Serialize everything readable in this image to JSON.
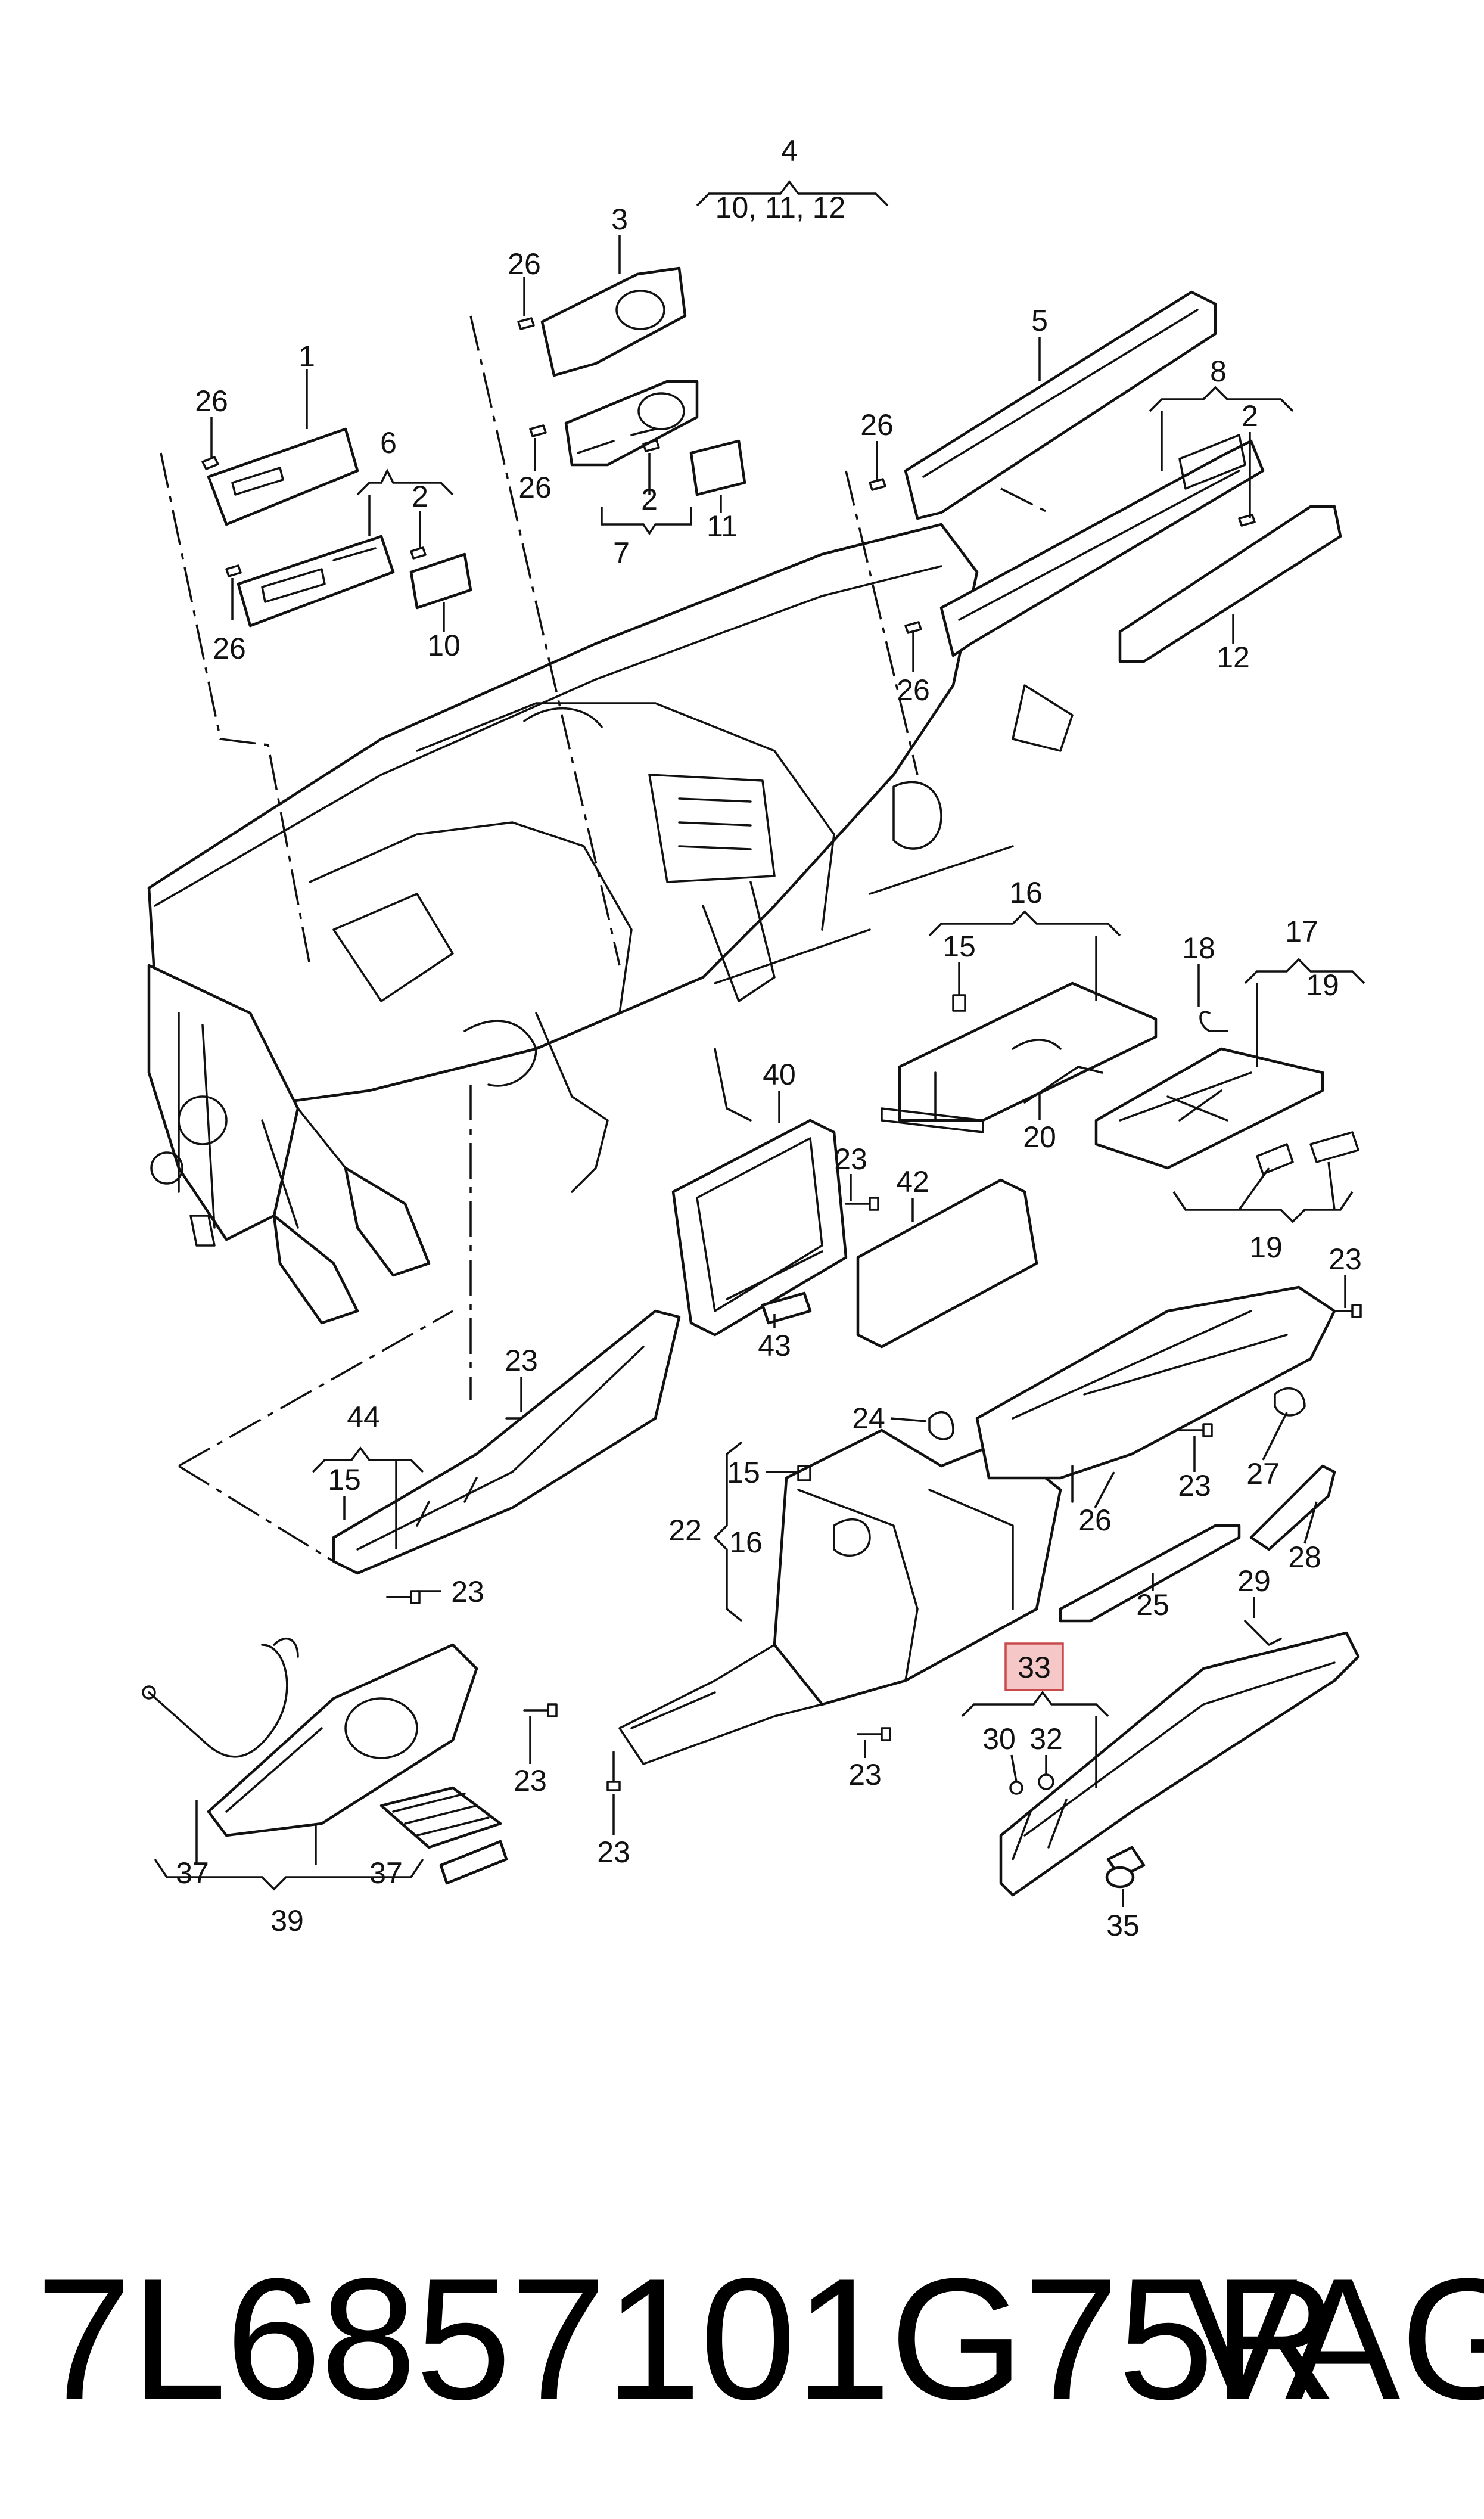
{
  "diagram": {
    "callouts": {
      "c4": "4",
      "c4_sub": "10, 11, 12",
      "c3": "3",
      "c26a": "26",
      "c26b": "26",
      "c2a": "2",
      "c7": "7",
      "c11": "11",
      "c26c": "26",
      "c1": "1",
      "c6": "6",
      "c2b": "2",
      "c26d": "26",
      "c10": "10",
      "c5": "5",
      "c26e": "26",
      "c8": "8",
      "c2c": "2",
      "c12": "12",
      "c26f": "26",
      "c16a": "16",
      "c15a": "15",
      "c18": "18",
      "c17": "17",
      "c19a": "19",
      "c20": "20",
      "c19b": "19",
      "c40": "40",
      "c23a": "23",
      "c42": "42",
      "c43": "43",
      "c23b": "23",
      "c23c": "23",
      "c44": "44",
      "c15b": "15",
      "c23d": "23",
      "c24": "24",
      "c15c": "15",
      "c22": "22",
      "c16b": "16",
      "c23e": "23",
      "c26g": "26",
      "c27": "27",
      "c28": "28",
      "c25": "25",
      "c29": "29",
      "c23f": "23",
      "c23g": "23",
      "c23h": "23",
      "c37a": "37",
      "c37b": "37",
      "c39": "39",
      "c33": "33",
      "c30": "30",
      "c32": "32",
      "c35": "35"
    },
    "highlight_color": "#f6c7c7"
  },
  "footer": {
    "part_number": "7L6857101G75R",
    "brand": "VAG"
  }
}
